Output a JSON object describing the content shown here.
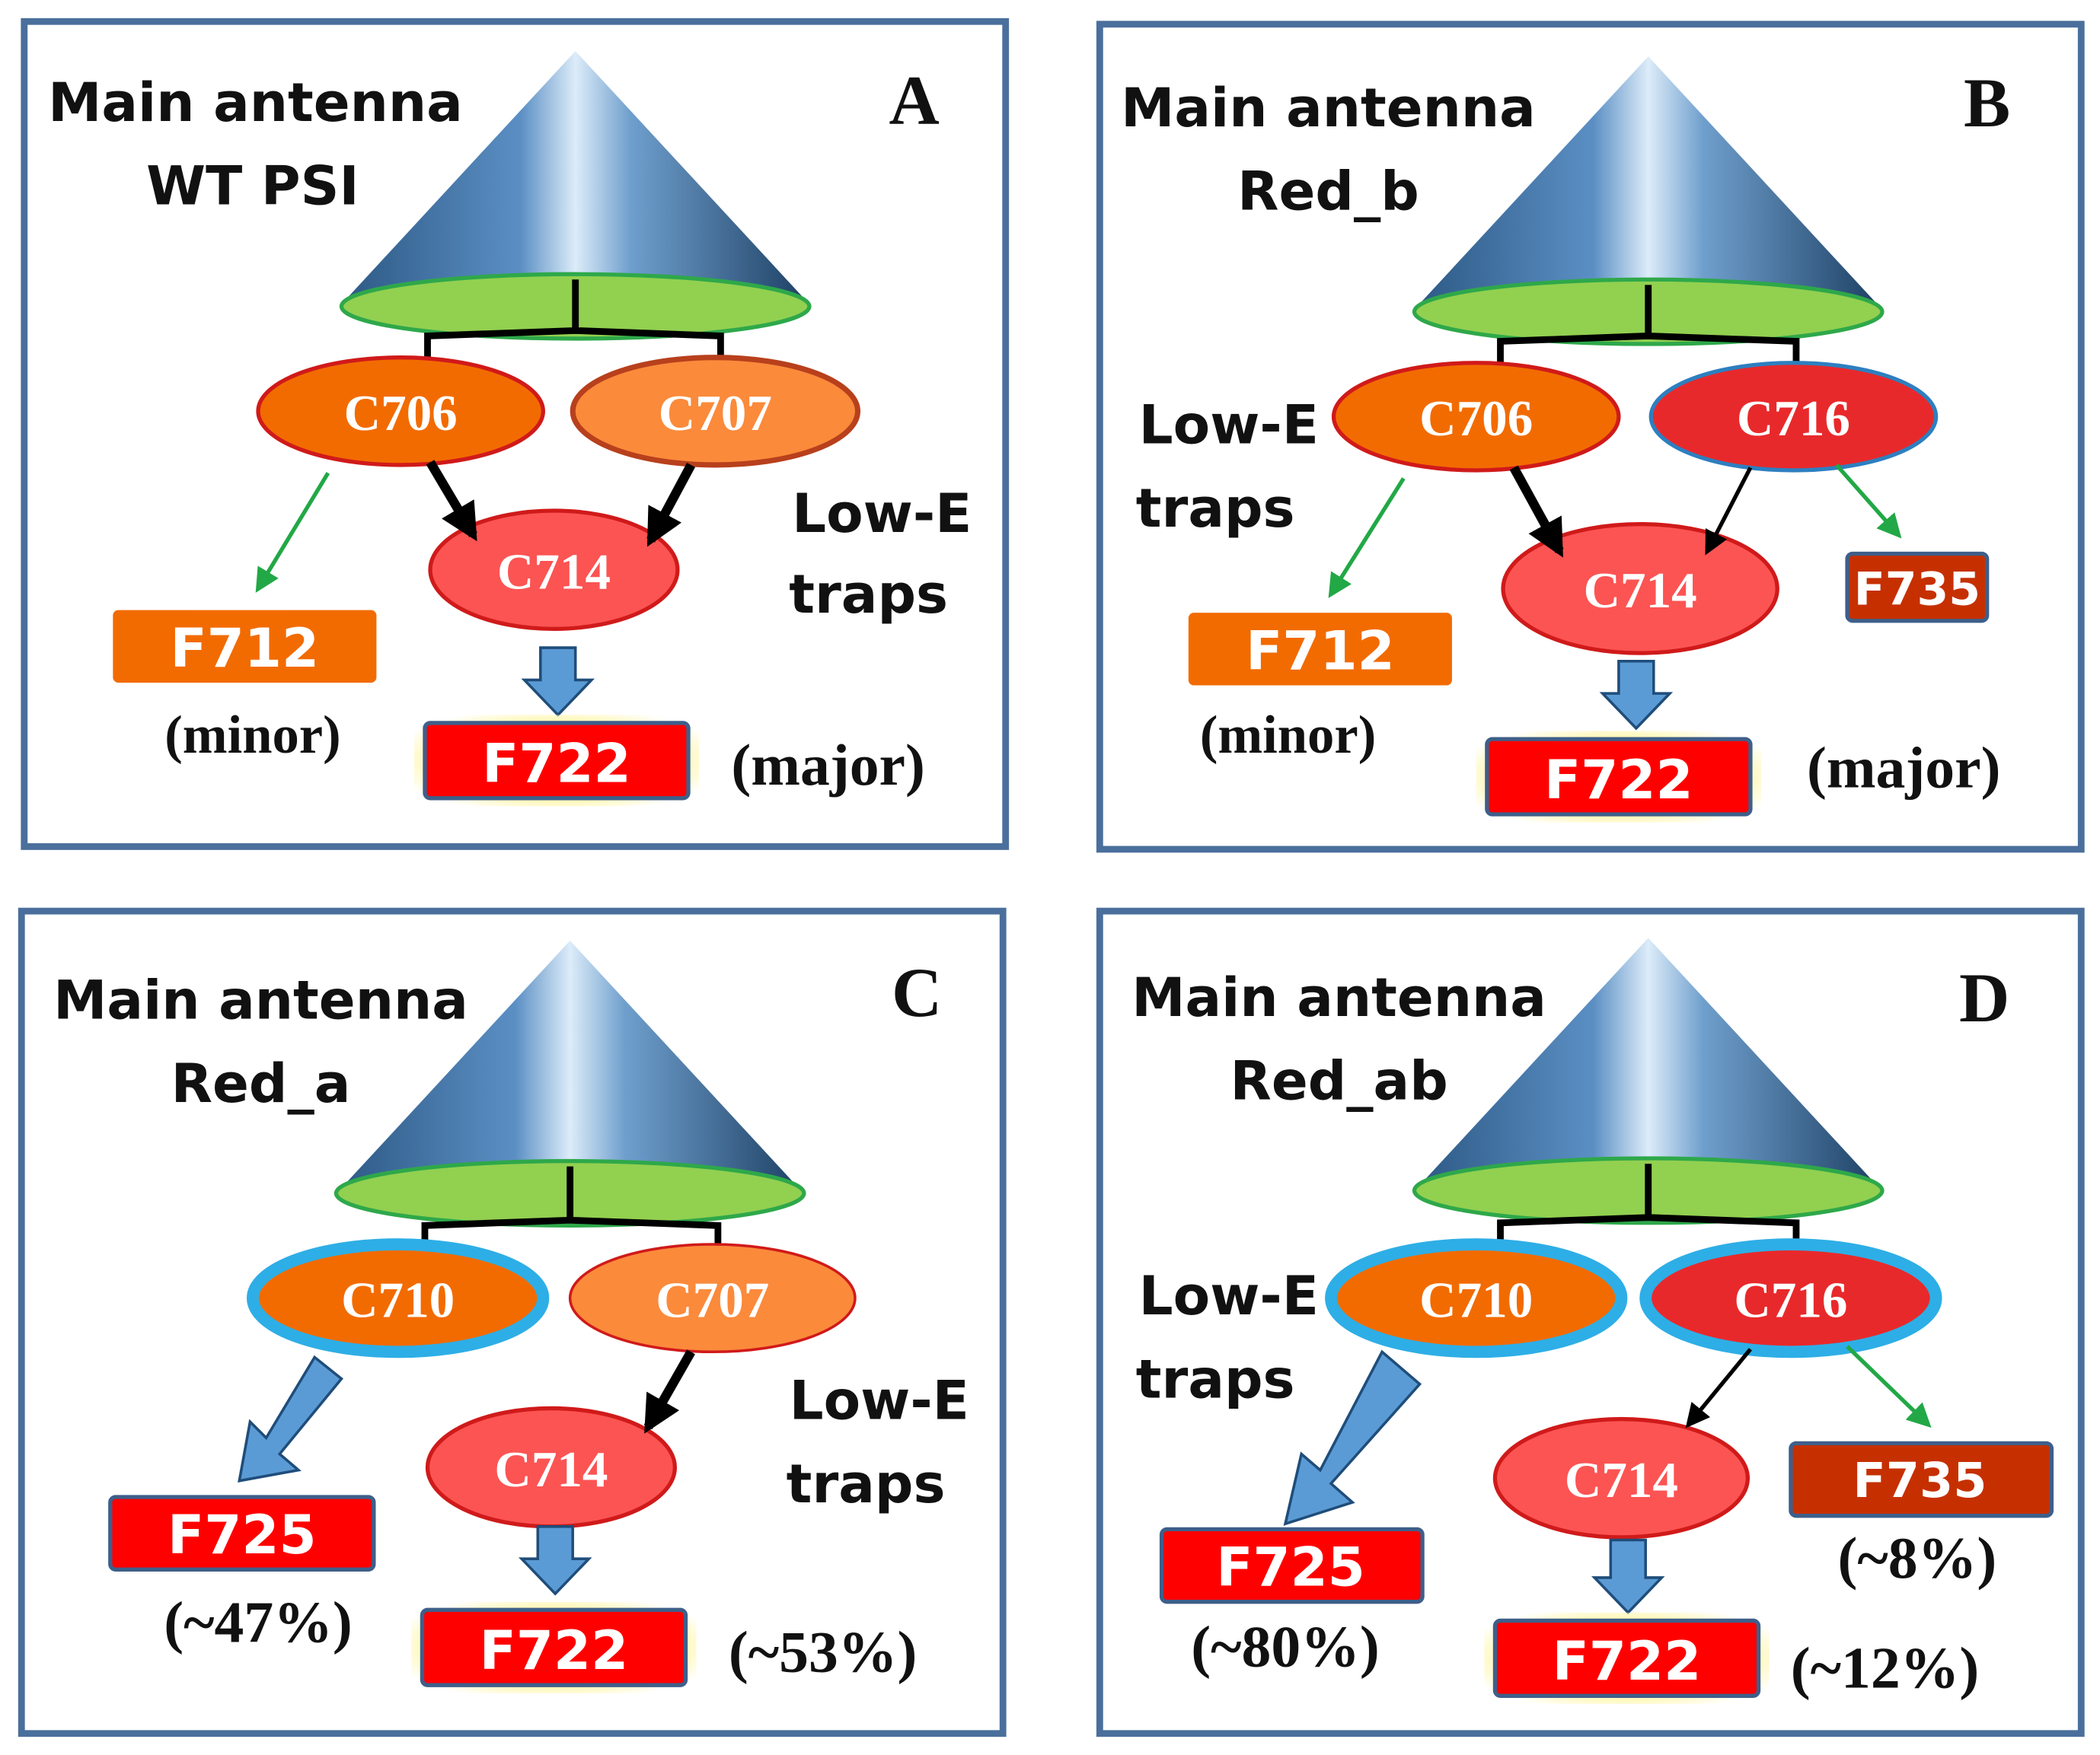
{
  "colors": {
    "panel_border": "#4a6f9c",
    "cone_light": "#cfe3f5",
    "cone_mid": "#5b8fc4",
    "cone_dark": "#20466e",
    "base_green": "#92d050",
    "base_green_border": "#2ea84a",
    "orange": "#f26b00",
    "light_orange": "#fb8a3b",
    "red_node": "#e8292b",
    "pink_node": "#fb5453",
    "box_orange": "#f26b00",
    "box_red": "#ff0000",
    "box_darkred": "#c63000",
    "green_arrow": "#22a846",
    "blue_arrow": "#5b9bd5",
    "blue_ring": "#2eaee6"
  },
  "panels": {
    "a": {
      "letter": "A",
      "title_line1": "Main antenna",
      "title_line2": "WT PSI",
      "node_left": "C706",
      "node_right": "C707",
      "node_center": "C714",
      "side_line1": "Low-E",
      "side_line2": "traps",
      "box_left": "F712",
      "box_left_note": "(minor)",
      "box_center": "F722",
      "box_center_note": "(major)"
    },
    "b": {
      "letter": "B",
      "title_line1": "Main antenna",
      "title_line2": "Red_b",
      "node_left": "C706",
      "node_right": "C716",
      "node_center": "C714",
      "side_line1": "Low-E",
      "side_line2": "traps",
      "box_left": "F712",
      "box_left_note": "(minor)",
      "box_center": "F722",
      "box_center_note": "(major)",
      "box_right": "F735"
    },
    "c": {
      "letter": "C",
      "title_line1": "Main antenna",
      "title_line2": "Red_a",
      "node_left": "C710",
      "node_right": "C707",
      "node_center": "C714",
      "side_line1": "Low-E",
      "side_line2": "traps",
      "box_left": "F725",
      "box_left_note": "(~47%)",
      "box_center": "F722",
      "box_center_note": "(~53%)"
    },
    "d": {
      "letter": "D",
      "title_line1": "Main antenna",
      "title_line2": "Red_ab",
      "node_left": "C710",
      "node_right": "C716",
      "node_center": "C714",
      "side_line1": "Low-E",
      "side_line2": "traps",
      "box_left": "F725",
      "box_left_note": "(~80%)",
      "box_center": "F722",
      "box_center_note": "(~12%)",
      "box_right": "F735",
      "box_right_note": "(~8%)"
    }
  }
}
